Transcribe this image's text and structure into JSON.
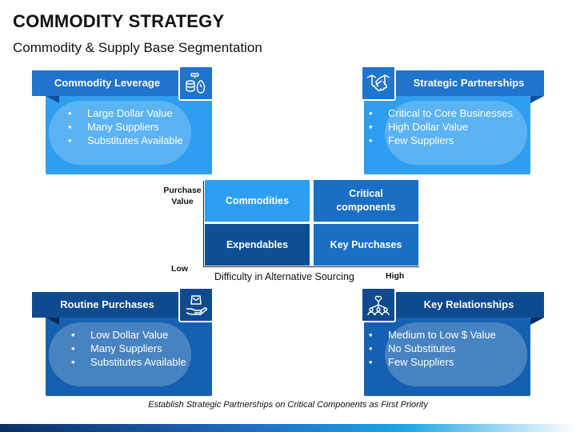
{
  "title": "COMMODITY STRATEGY",
  "subtitle": "Commodity & Supply Base Segmentation",
  "quadrants": {
    "top_left": {
      "header": "Commodity Leverage",
      "icon": "coins-and-money-bag-icon",
      "bullets": [
        "Large Dollar Value",
        "Many Suppliers",
        "Substitutes Available"
      ]
    },
    "top_right": {
      "header": "Strategic Partnerships",
      "icon": "handshake-icon",
      "bullets": [
        "Critical to Core Businesses",
        "High Dollar Value",
        "Few Suppliers"
      ]
    },
    "bottom_left": {
      "header": "Routine Purchases",
      "icon": "hand-holding-bag-icon",
      "bullets": [
        "Low Dollar Value",
        "Many Suppliers",
        "Substitutes Available"
      ]
    },
    "bottom_right": {
      "header": "Key Relationships",
      "icon": "people-network-heart-icon",
      "bullets": [
        "Medium to Low $ Value",
        "No Substitutes",
        "Few Suppliers"
      ]
    }
  },
  "matrix": {
    "cells": {
      "top_left": "Commodities",
      "top_right": "Critical components",
      "bottom_left": "Expendables",
      "bottom_right": "Key Purchases"
    },
    "y_axis_label": "Purchase Value",
    "x_axis_label": "Difficulty in Alternative Sourcing",
    "low_label": "Low",
    "high_label": "High"
  },
  "footer": "Establish Strategic Partnerships on Critical Components as First Priority",
  "colors": {
    "light_blue": "#2f9ef0",
    "light_blue_header": "#1f74cc",
    "light_blue_fold": "#0f4e9a",
    "dark_blue": "#1560b0",
    "dark_blue_header": "#0f4a8e",
    "dark_blue_fold": "#072c5c",
    "matrix_light": "#2e9ff0",
    "matrix_dark": "#0d4f92",
    "matrix_mid": "#1a6fc4"
  }
}
